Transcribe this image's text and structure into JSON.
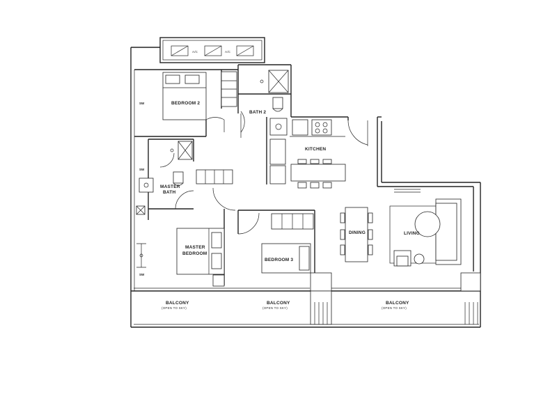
{
  "rooms": {
    "bedroom2": "BEDROOM 2",
    "bath2": "BATH 2",
    "kitchen": "KITCHEN",
    "master_bath": [
      "MASTER",
      "BATH"
    ],
    "master_bedroom": [
      "MASTER",
      "BEDROOM"
    ],
    "bedroom3": "BEDROOM 3",
    "dining": "DINING",
    "living": "LIVING",
    "balcony": "BALCONY",
    "balcony_note": "(OPEN TO SKY)",
    "ac": "A/C",
    "sw": "SW"
  }
}
